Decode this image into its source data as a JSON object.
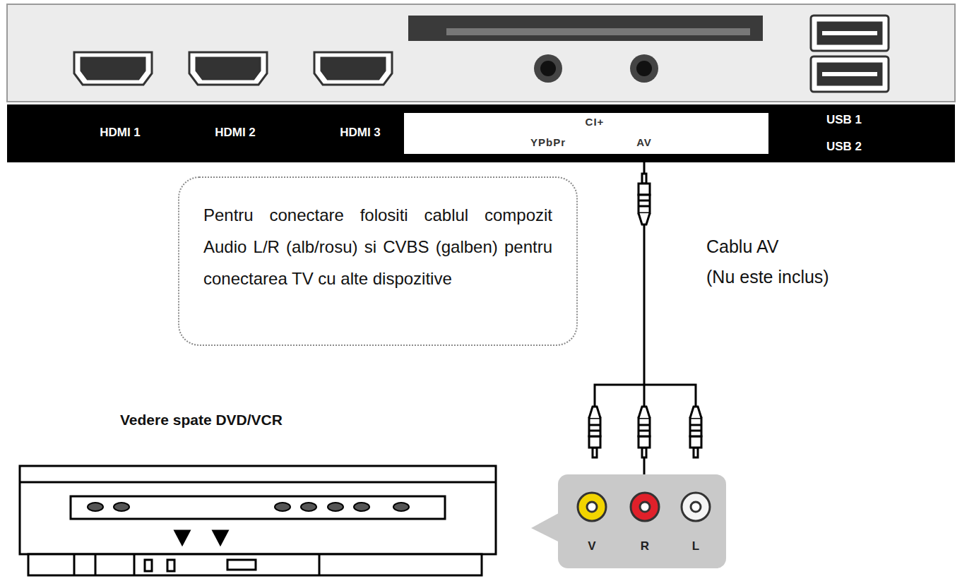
{
  "diagram": {
    "nodes": [
      {
        "text": [
          "HDMI 1",
          "HDMI 2",
          "HDMI 3",
          "USB 1",
          "USB 2"
        ]
      },
      {
        "text": [
          "CI+",
          "YPbPr",
          "AV"
        ],
        "in": 0
      },
      {
        "text": [
          "Pentru conectare folositi cablul compozit Audio L/R (alb/rosu) si CVBS (galben) pentru conectarea TV cu alte dispozitive"
        ]
      },
      {
        "text": [
          "V",
          "R",
          "L"
        ]
      }
    ],
    "edges": [
      {
        "from": 1,
        "to": 3,
        "arrow": "none"
      }
    ],
    "labels": [
      "Cablu AV",
      "(Nu este inclus)",
      "Vedere spate DVD/VCR"
    ]
  }
}
